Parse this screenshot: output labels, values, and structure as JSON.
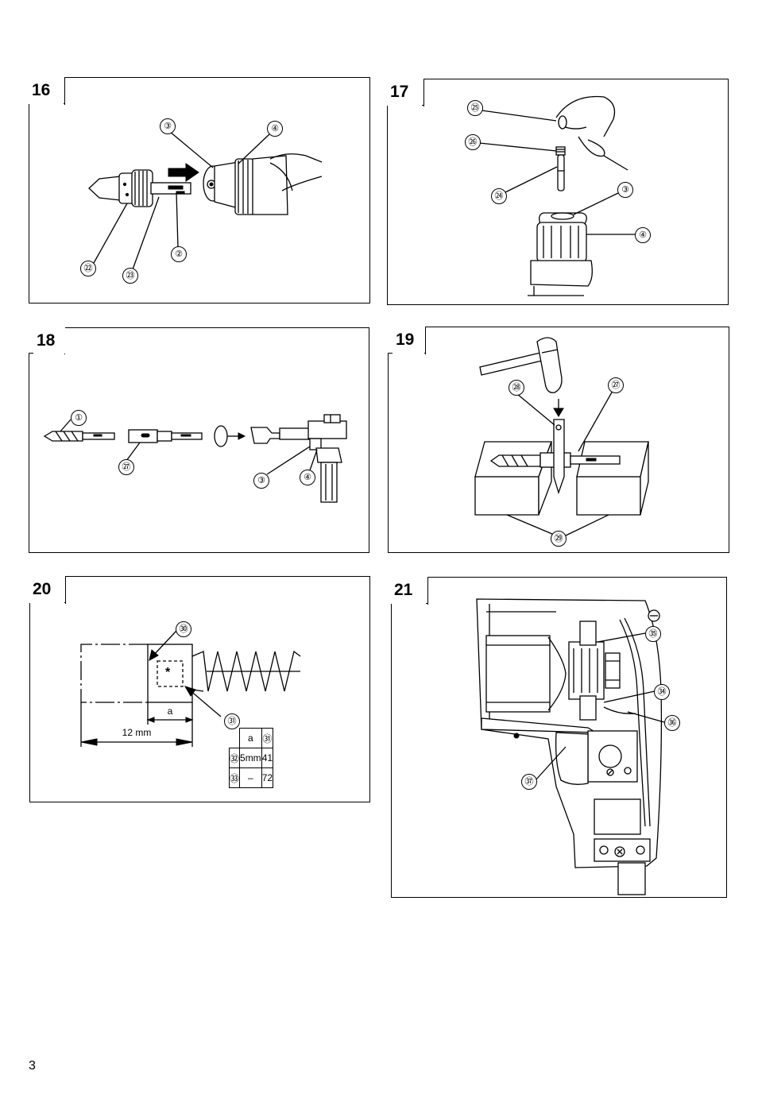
{
  "figures": {
    "f16": {
      "number": "16",
      "labels": [
        "③",
        "④",
        "㉒",
        "㉓",
        "②"
      ]
    },
    "f17": {
      "number": "17",
      "labels": [
        "㉕",
        "㉖",
        "㉔",
        "③",
        "④"
      ]
    },
    "f18": {
      "number": "18",
      "labels": [
        "①",
        "㉗",
        "③",
        "④"
      ]
    },
    "f19": {
      "number": "19",
      "labels": [
        "㉘",
        "㉗",
        "㉙"
      ]
    },
    "f20": {
      "number": "20",
      "labels": [
        "㉚",
        "㉛"
      ],
      "dim_a": "a",
      "dim_total": "12 mm",
      "star": "*",
      "table": {
        "header": [
          "",
          "a",
          "㉛"
        ],
        "rows": [
          [
            "㉜",
            "5mm",
            "41"
          ],
          [
            "㉝",
            "–",
            "72"
          ]
        ]
      }
    },
    "f21": {
      "number": "21",
      "labels": [
        "㉟",
        "㉞",
        "㊱",
        "㊲"
      ]
    }
  },
  "page_number": "3"
}
